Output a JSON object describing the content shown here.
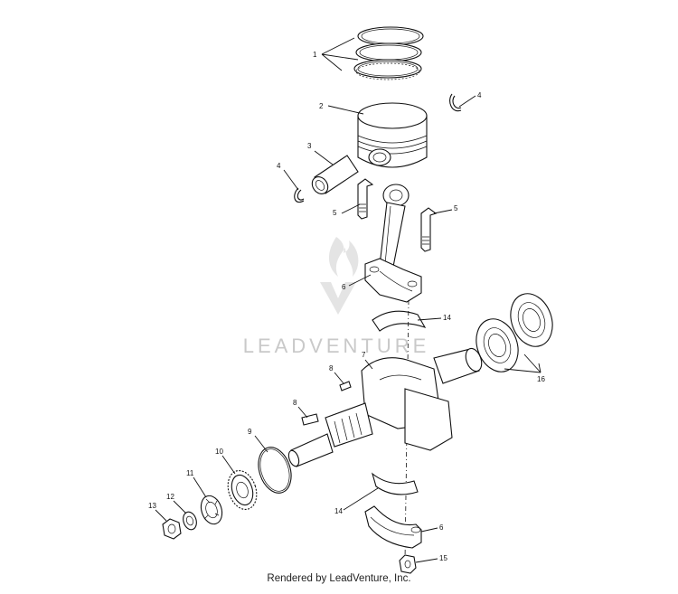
{
  "callouts": [
    "1",
    "2",
    "3",
    "4",
    "4",
    "5",
    "5",
    "6",
    "14",
    "7",
    "16",
    "8",
    "8",
    "9",
    "10",
    "11",
    "12",
    "13",
    "14",
    "6",
    "15"
  ],
  "watermark": "LEADVENTURE",
  "footer": "Rendered by LeadVenture, Inc."
}
